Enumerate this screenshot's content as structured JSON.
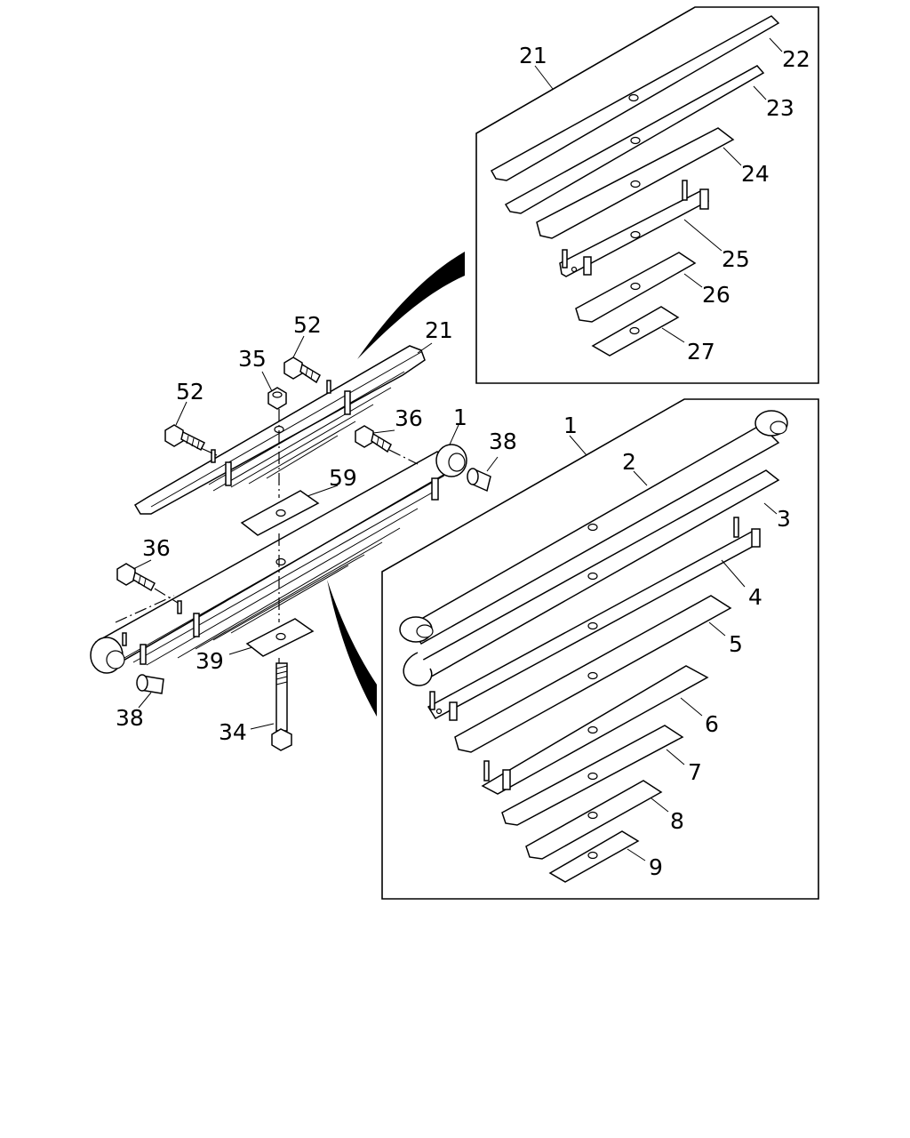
{
  "callouts": {
    "c21_top": "21",
    "c22": "22",
    "c23": "23",
    "c24": "24",
    "c25": "25",
    "c26": "26",
    "c27": "27",
    "c1_box": "1",
    "c2": "2",
    "c3": "3",
    "c4": "4",
    "c5": "5",
    "c6": "6",
    "c7": "7",
    "c8": "8",
    "c9": "9",
    "c21_main": "21",
    "c52_a": "52",
    "c52_b": "52",
    "c35": "35",
    "c36_a": "36",
    "c36_b": "36",
    "c1_main": "1",
    "c38_a": "38",
    "c38_b": "38",
    "c59": "59",
    "c39": "39",
    "c34": "34"
  }
}
